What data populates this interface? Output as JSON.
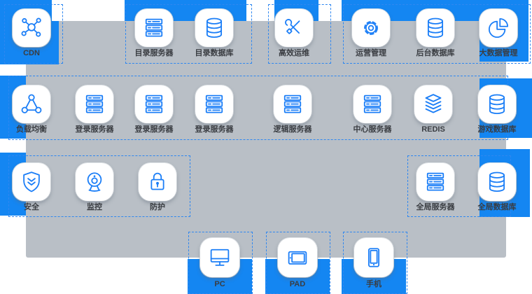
{
  "diagram": {
    "title": "",
    "colors": {
      "block_blue": "#1486f2",
      "panel_gray": "#b9bfc6",
      "icon_blue": "#1b7ef7",
      "dashed_border_blue": "#2f87f0",
      "label_text": "#3a3d42",
      "tile_bg": "#ffffff"
    },
    "nodes": {
      "cdn": {
        "label": "CDN",
        "icon": "cdn-network-icon"
      },
      "dir_server": {
        "label": "目录服务器",
        "icon": "server-icon"
      },
      "dir_db": {
        "label": "目录数据库",
        "icon": "database-icon"
      },
      "ops": {
        "label": "高效运维",
        "icon": "tools-icon"
      },
      "mgmt": {
        "label": "运营管理",
        "icon": "gear-icon"
      },
      "backend_db": {
        "label": "后台数据库",
        "icon": "database-icon"
      },
      "bigdata": {
        "label": "大数据管理",
        "icon": "pie-chart-icon"
      },
      "lb": {
        "label": "负载均衡",
        "icon": "load-balancer-icon"
      },
      "login1": {
        "label": "登录服务器",
        "icon": "server-icon"
      },
      "login2": {
        "label": "登录服务器",
        "icon": "server-icon"
      },
      "login3": {
        "label": "登录服务器",
        "icon": "server-icon"
      },
      "logic": {
        "label": "逻辑服务器",
        "icon": "server-icon"
      },
      "center": {
        "label": "中心服务器",
        "icon": "server-icon"
      },
      "redis": {
        "label": "REDIS",
        "icon": "redis-stack-icon"
      },
      "game_db": {
        "label": "游戏数据库",
        "icon": "database-icon"
      },
      "security": {
        "label": "安全",
        "icon": "shield-icon"
      },
      "monitor": {
        "label": "监控",
        "icon": "camera-icon"
      },
      "guard": {
        "label": "防护",
        "icon": "lock-icon"
      },
      "global_server": {
        "label": "全局服务器",
        "icon": "server-icon"
      },
      "global_db": {
        "label": "全局数据库",
        "icon": "database-icon"
      },
      "pc": {
        "label": "PC",
        "icon": "monitor-icon"
      },
      "pad": {
        "label": "PAD",
        "icon": "tablet-icon"
      },
      "phone": {
        "label": "手机",
        "icon": "phone-icon"
      }
    }
  }
}
